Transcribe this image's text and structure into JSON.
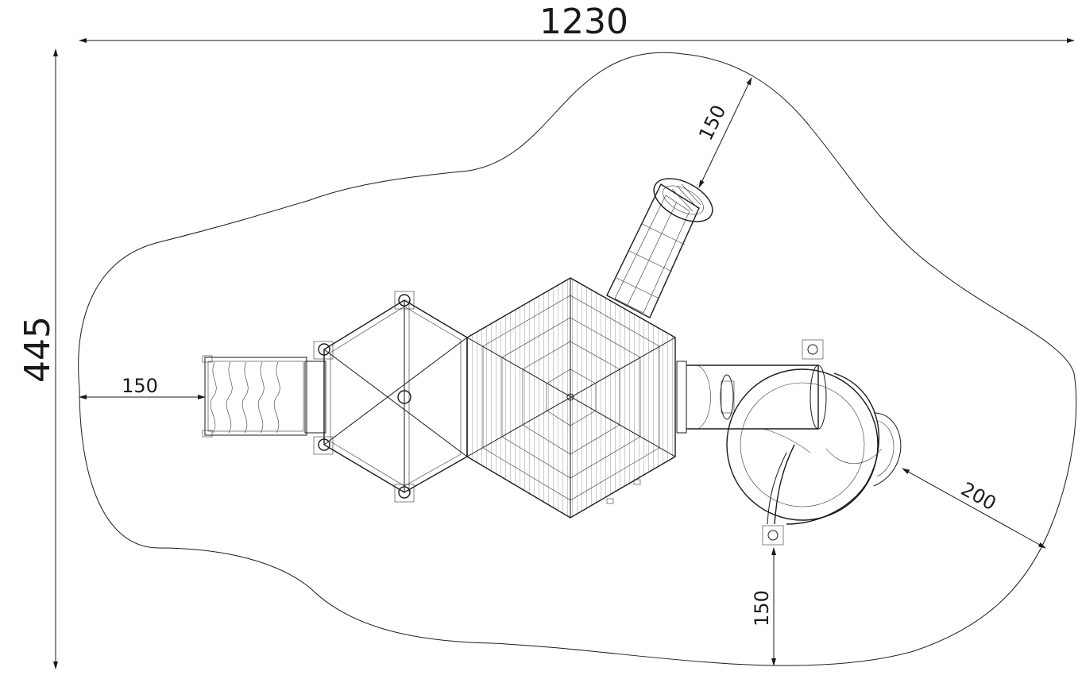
{
  "dimensions": {
    "overall_width": "1230",
    "overall_depth": "445",
    "left_clearance": "150",
    "top_clearance": "150",
    "bottom_clearance": "150",
    "right_clearance": "200"
  }
}
